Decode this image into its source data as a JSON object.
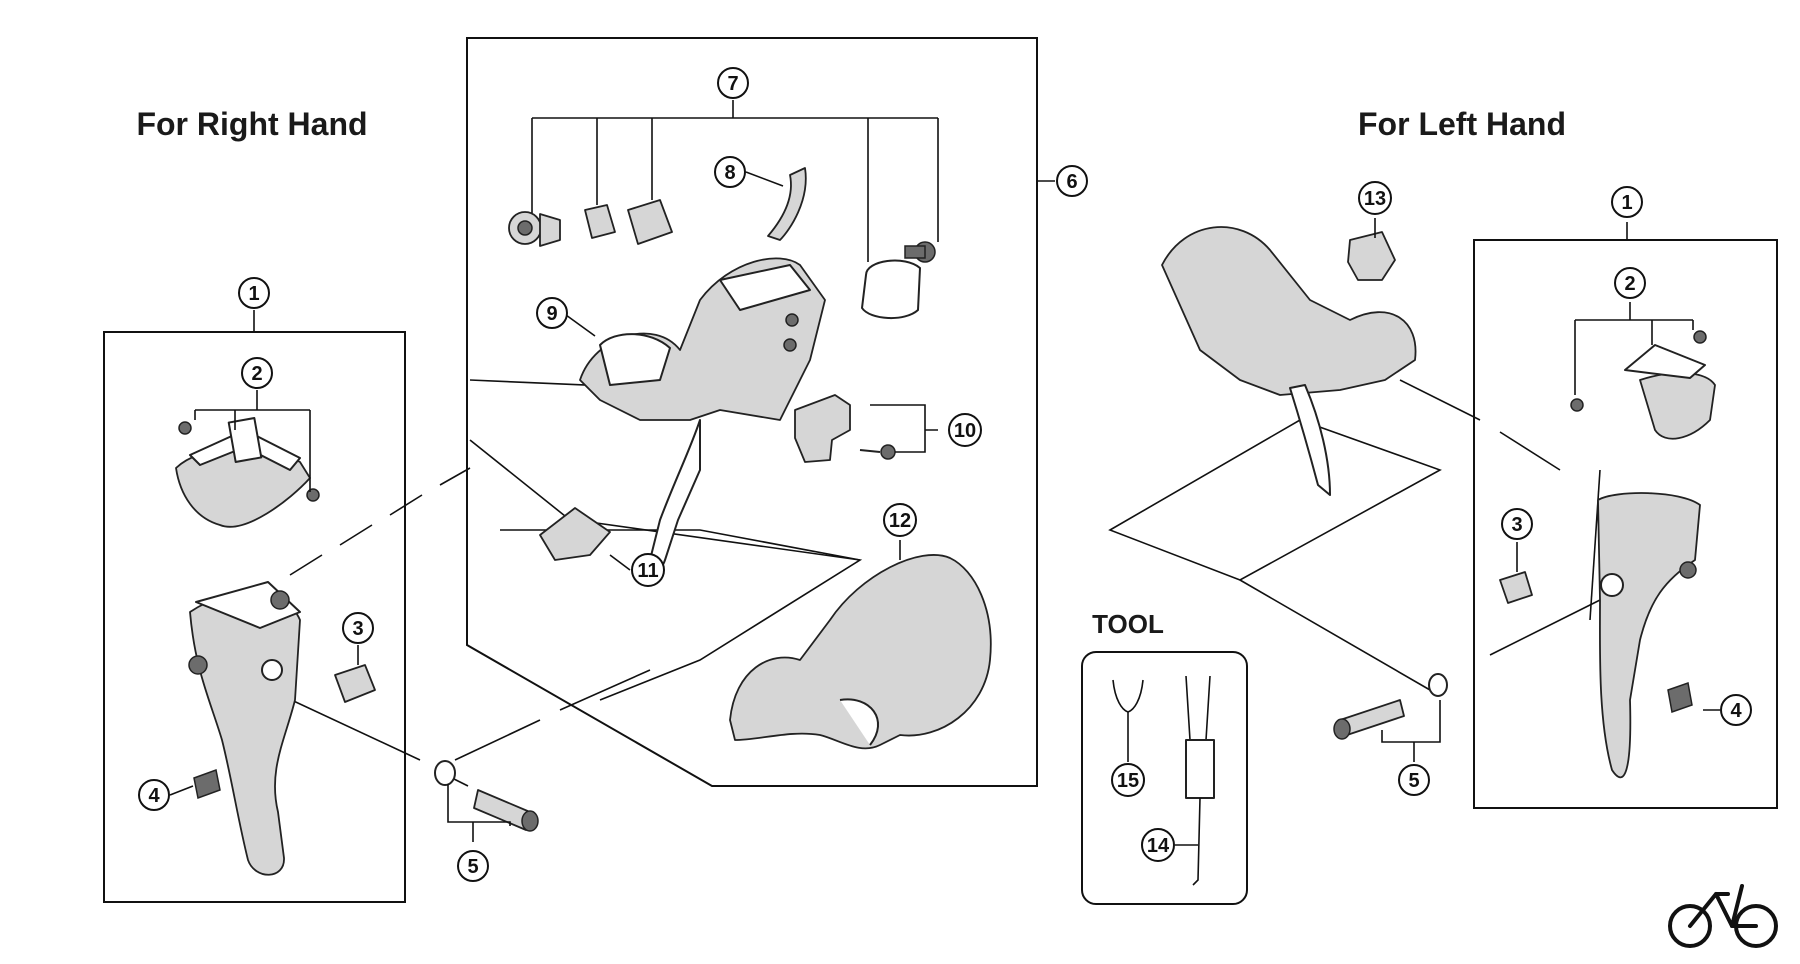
{
  "titles": {
    "right_hand": "For Right Hand",
    "left_hand": "For Left Hand",
    "tool": "TOOL"
  },
  "callouts": {
    "c1r": "1",
    "c2r": "2",
    "c3r": "3",
    "c4r": "4",
    "c5r": "5",
    "c6": "6",
    "c7": "7",
    "c8": "8",
    "c9": "9",
    "c10": "10",
    "c11": "11",
    "c12": "12",
    "c13": "13",
    "c14": "14",
    "c15": "15",
    "c1l": "1",
    "c2l": "2",
    "c3l": "3",
    "c4l": "4",
    "c5l": "5"
  },
  "icons": {
    "logo": "bicycle-icon"
  }
}
